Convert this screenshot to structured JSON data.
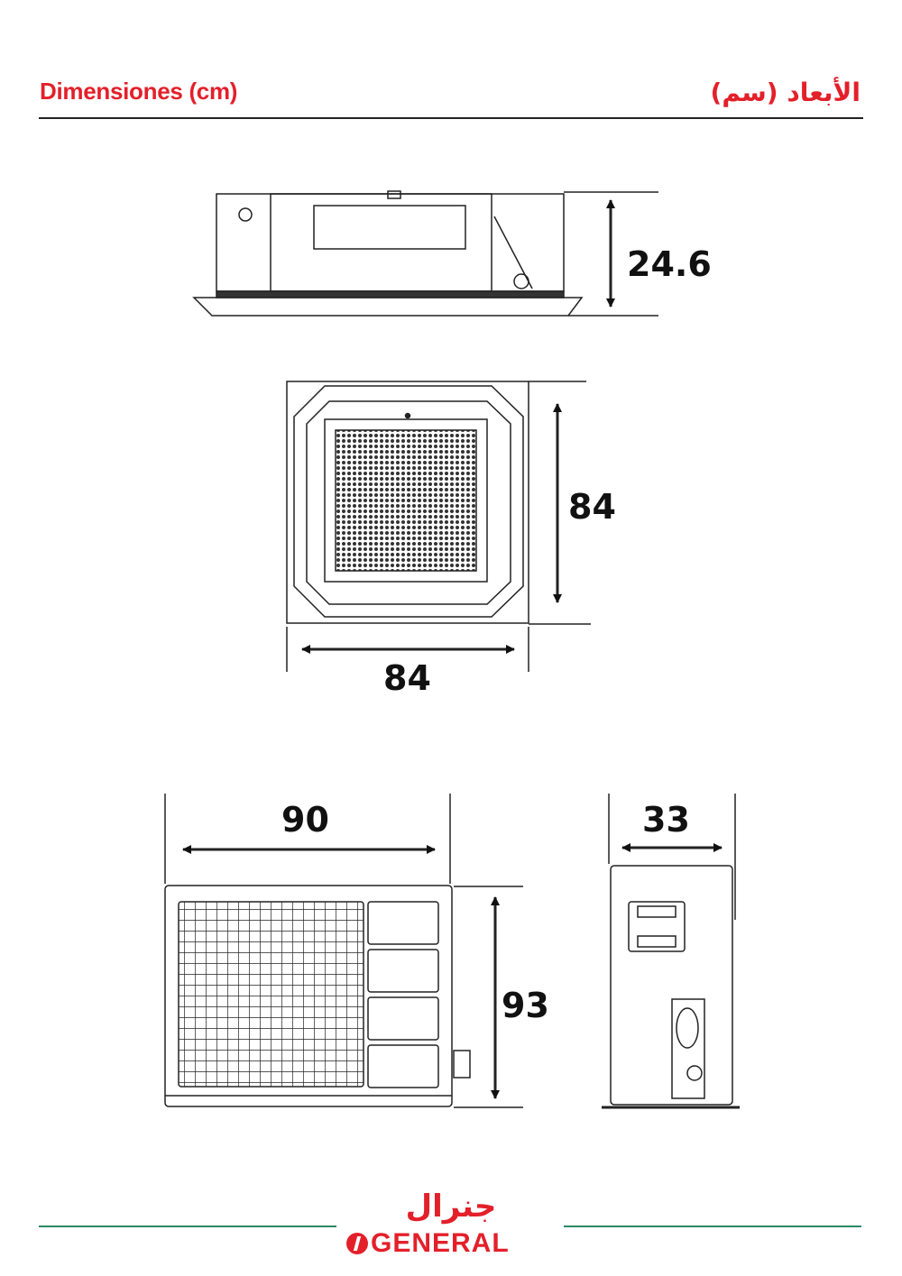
{
  "header": {
    "title_es": "Dimensiones (cm)",
    "title_ar": "الأبعاد (سم)"
  },
  "indoor_unit": {
    "side_view": {
      "height_label": "24.6"
    },
    "top_view": {
      "depth_label": "84",
      "width_label": "84"
    }
  },
  "outdoor_unit": {
    "front_view": {
      "width_label": "90",
      "height_label": "93"
    },
    "side_view": {
      "depth_label": "33"
    }
  },
  "footer": {
    "brand_ar": "جنرال",
    "brand_en": "GENERAL",
    "colors": {
      "brand": "#e3202a",
      "line": "#2a8a66"
    }
  }
}
